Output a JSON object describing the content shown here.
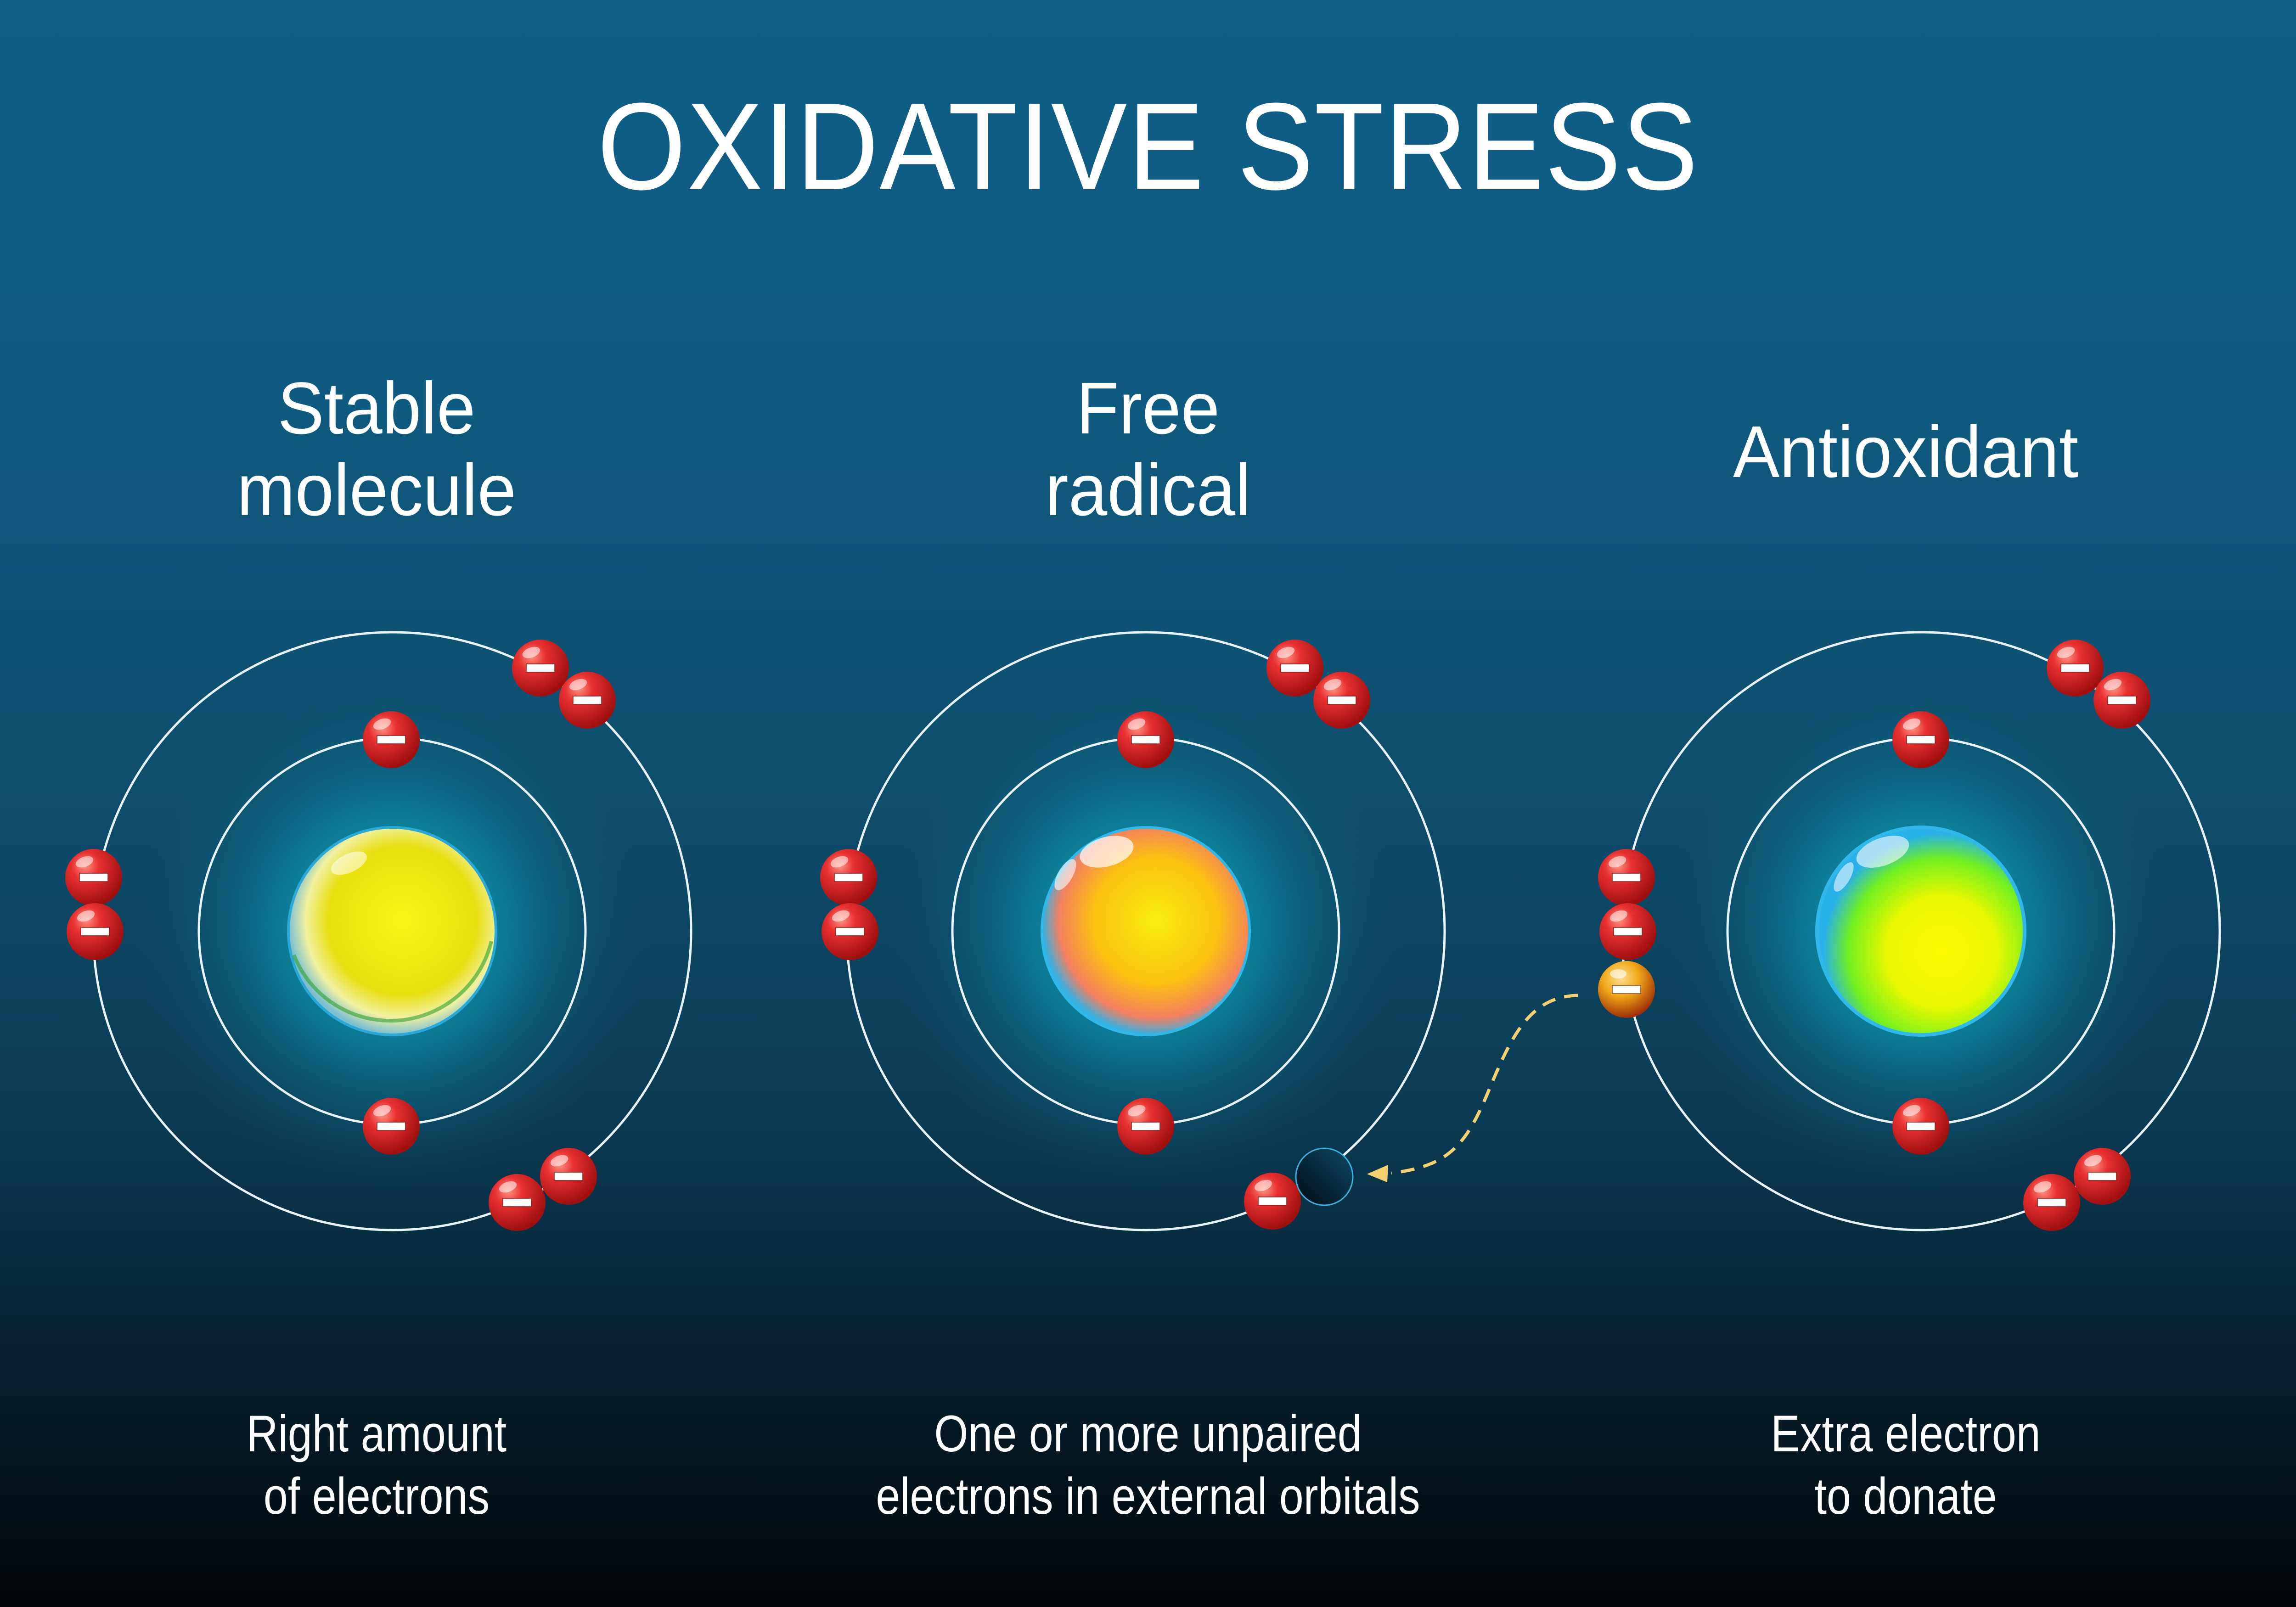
{
  "title": "OXIDATIVE STRESS",
  "panels": [
    {
      "heading_line1": "Stable",
      "heading_line2": "molecule",
      "caption_line1": "Right amount",
      "caption_line2": "of electrons",
      "nucleus_color": "yellow"
    },
    {
      "heading_line1": "Free",
      "heading_line2": "radical",
      "caption_line1": "One or more unpaired",
      "caption_line2": "electrons in external orbitals",
      "nucleus_color": "orange"
    },
    {
      "heading_line1": "Antioxidant",
      "caption_line1": "Extra electron",
      "caption_line2": "to donate",
      "nucleus_color": "green-yellow"
    }
  ],
  "electron_symbol": "−",
  "colors": {
    "background_top": "#0f5f88",
    "background_bottom": "#010508",
    "electron": "#e02020",
    "donated_electron": "#e8a010",
    "arrow": "#f5d070",
    "orbit": "#e8f4f8"
  }
}
